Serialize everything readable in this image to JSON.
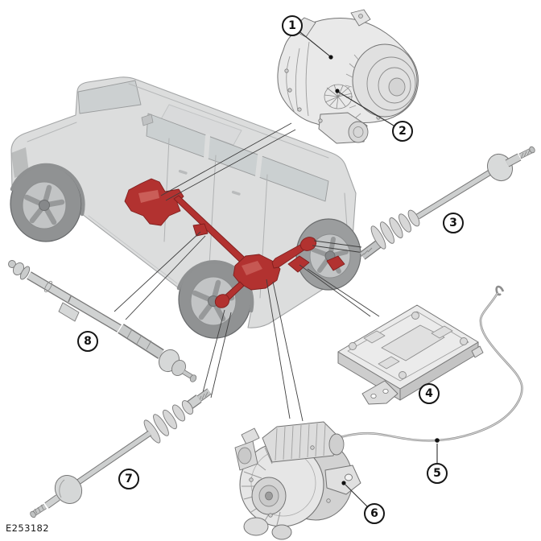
{
  "figure_code": "E253182",
  "callouts": [
    {
      "number": "1"
    },
    {
      "number": "2"
    },
    {
      "number": "3"
    },
    {
      "number": "4"
    },
    {
      "number": "5"
    },
    {
      "number": "6"
    },
    {
      "number": "7"
    },
    {
      "number": "8"
    }
  ],
  "colors": {
    "highlight_red": "#b23230",
    "highlight_red_dark": "#801f1e",
    "vehicle_gray": "#dcdddd",
    "part_gray": "#e9e9e9",
    "leader_line": "#2c2c2c",
    "background": "#ffffff"
  }
}
